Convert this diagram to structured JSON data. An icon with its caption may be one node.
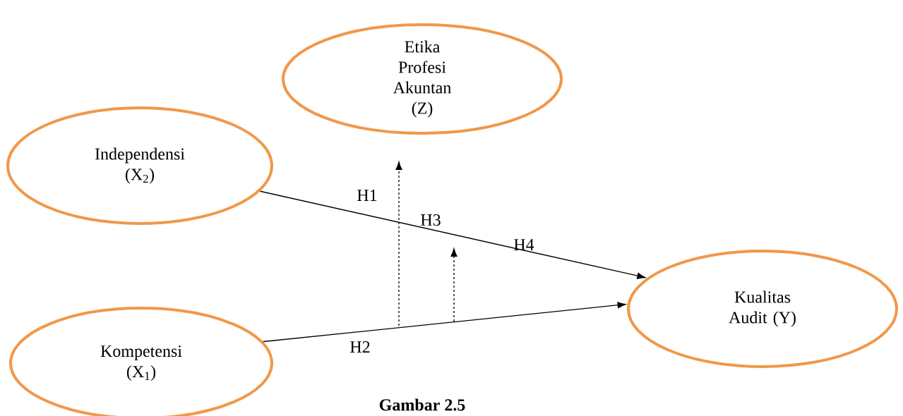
{
  "diagram": {
    "caption": "Gambar 2.5",
    "nodes": [
      {
        "text": [
          "Etika Profesi Akuntan (Z)"
        ]
      },
      {
        "text": [
          "Independensi (X$_{2}$)"
        ]
      },
      {
        "text": [
          "Kompetensi (X$_{1}$)"
        ]
      },
      {
        "text": [
          "Kualitas Audit (Y)"
        ]
      }
    ],
    "edges": [
      {
        "from": 1,
        "to": 3,
        "arrow": "to",
        "label": "H1"
      },
      {
        "from": 2,
        "to": 3,
        "arrow": "to",
        "label": "H2"
      },
      {
        "from": null,
        "to": 0,
        "arrow": "to",
        "style": "dashed"
      }
    ],
    "labels": [
      "H3",
      "H4"
    ]
  }
}
